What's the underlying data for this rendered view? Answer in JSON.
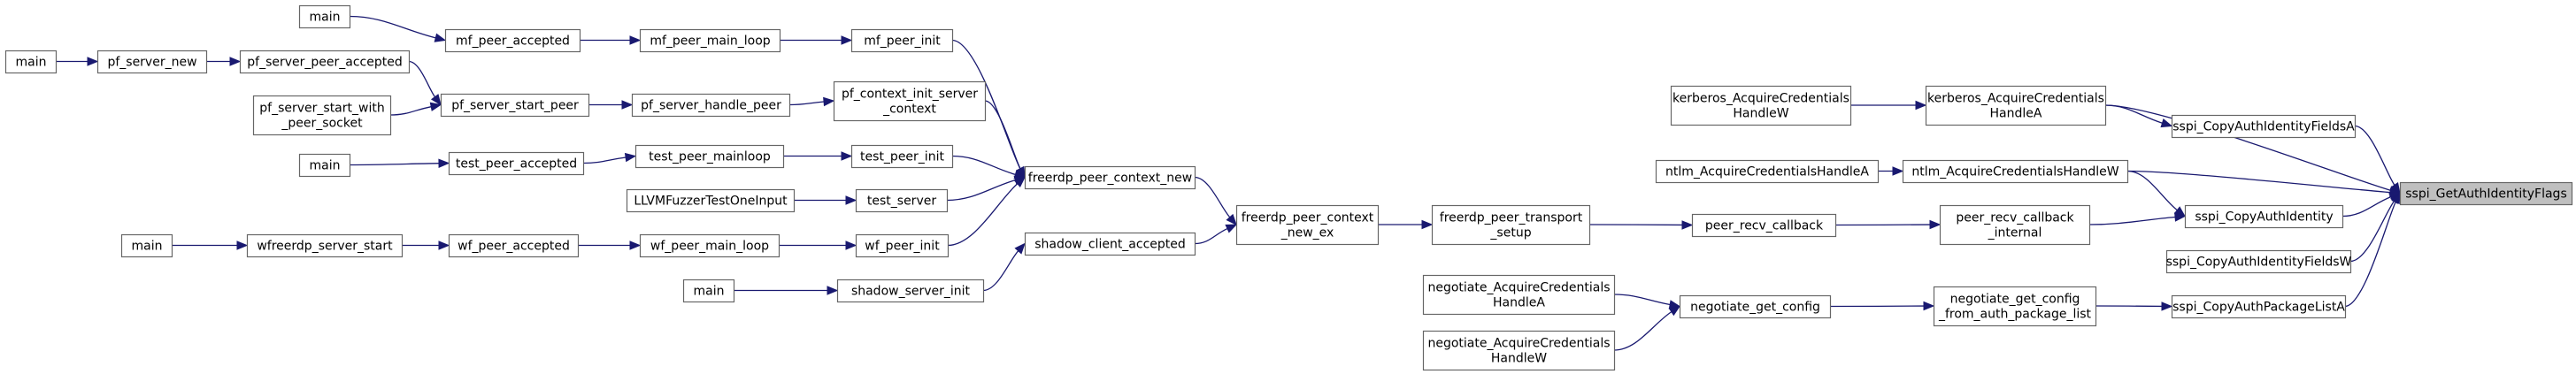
{
  "graph": {
    "target": "sspi_GetAuthIdentityFlags",
    "edge_color": "#191970",
    "root_fill": "#bfbfbf",
    "nodes": [
      {
        "id": "root",
        "lines": [
          "sspi_GetAuthIdentityFlags"
        ]
      },
      {
        "id": "kerb_a",
        "lines": [
          "kerberos_AcquireCredentials",
          "HandleA"
        ]
      },
      {
        "id": "kerb_w",
        "lines": [
          "kerberos_AcquireCredentials",
          "HandleW"
        ]
      },
      {
        "id": "copy_fields_a",
        "lines": [
          "sspi_CopyAuthIdentityFieldsA"
        ]
      },
      {
        "id": "ntlm_w",
        "lines": [
          "ntlm_AcquireCredentialsHandleW"
        ]
      },
      {
        "id": "ntlm_a",
        "lines": [
          "ntlm_AcquireCredentialsHandleA"
        ]
      },
      {
        "id": "copy_identity",
        "lines": [
          "sspi_CopyAuthIdentity"
        ]
      },
      {
        "id": "peer_recv_internal",
        "lines": [
          "peer_recv_callback",
          "_internal"
        ]
      },
      {
        "id": "peer_recv",
        "lines": [
          "peer_recv_callback"
        ]
      },
      {
        "id": "transport_setup",
        "lines": [
          "freerdp_peer_transport",
          "_setup"
        ]
      },
      {
        "id": "ctx_new_ex",
        "lines": [
          "freerdp_peer_context",
          "_new_ex"
        ]
      },
      {
        "id": "ctx_new",
        "lines": [
          "freerdp_peer_context_new"
        ]
      },
      {
        "id": "copy_fields_w",
        "lines": [
          "sspi_CopyAuthIdentityFieldsW"
        ]
      },
      {
        "id": "copy_pkg",
        "lines": [
          "sspi_CopyAuthPackageListA"
        ]
      },
      {
        "id": "neg_cfg_list",
        "lines": [
          "negotiate_get_config",
          "_from_auth_package_list"
        ]
      },
      {
        "id": "neg_cfg",
        "lines": [
          "negotiate_get_config"
        ]
      },
      {
        "id": "neg_a",
        "lines": [
          "negotiate_AcquireCredentials",
          "HandleA"
        ]
      },
      {
        "id": "neg_w",
        "lines": [
          "negotiate_AcquireCredentials",
          "HandleW"
        ]
      },
      {
        "id": "mf_init",
        "lines": [
          "mf_peer_init"
        ]
      },
      {
        "id": "mf_loop",
        "lines": [
          "mf_peer_main_loop"
        ]
      },
      {
        "id": "mf_accepted",
        "lines": [
          "mf_peer_accepted"
        ]
      },
      {
        "id": "main_1",
        "lines": [
          "main"
        ]
      },
      {
        "id": "pf_ctx_init",
        "lines": [
          "pf_context_init_server",
          "_context"
        ]
      },
      {
        "id": "pf_handle",
        "lines": [
          "pf_server_handle_peer"
        ]
      },
      {
        "id": "pf_start_peer",
        "lines": [
          "pf_server_start_peer"
        ]
      },
      {
        "id": "pf_accepted",
        "lines": [
          "pf_server_peer_accepted"
        ]
      },
      {
        "id": "pf_new",
        "lines": [
          "pf_server_new"
        ]
      },
      {
        "id": "main_2",
        "lines": [
          "main"
        ]
      },
      {
        "id": "pf_start_with",
        "lines": [
          "pf_server_start_with",
          "_peer_socket"
        ]
      },
      {
        "id": "test_init",
        "lines": [
          "test_peer_init"
        ]
      },
      {
        "id": "test_loop",
        "lines": [
          "test_peer_mainloop"
        ]
      },
      {
        "id": "test_accepted",
        "lines": [
          "test_peer_accepted"
        ]
      },
      {
        "id": "main_3",
        "lines": [
          "main"
        ]
      },
      {
        "id": "test_server",
        "lines": [
          "test_server"
        ]
      },
      {
        "id": "llvm",
        "lines": [
          "LLVMFuzzerTestOneInput"
        ]
      },
      {
        "id": "wf_init",
        "lines": [
          "wf_peer_init"
        ]
      },
      {
        "id": "wf_loop",
        "lines": [
          "wf_peer_main_loop"
        ]
      },
      {
        "id": "wf_accepted",
        "lines": [
          "wf_peer_accepted"
        ]
      },
      {
        "id": "wf_start",
        "lines": [
          "wfreerdp_server_start"
        ]
      },
      {
        "id": "main_4",
        "lines": [
          "main"
        ]
      },
      {
        "id": "shadow_accepted",
        "lines": [
          "shadow_client_accepted"
        ]
      },
      {
        "id": "shadow_init",
        "lines": [
          "shadow_server_init"
        ]
      },
      {
        "id": "main_5",
        "lines": [
          "main"
        ]
      }
    ],
    "edges": [
      {
        "from": "kerb_a",
        "to": "root"
      },
      {
        "from": "kerb_w",
        "to": "kerb_a"
      },
      {
        "from": "copy_fields_a",
        "to": "root"
      },
      {
        "from": "kerb_a",
        "to": "copy_fields_a"
      },
      {
        "from": "ntlm_w",
        "to": "root"
      },
      {
        "from": "ntlm_a",
        "to": "ntlm_w"
      },
      {
        "from": "copy_identity",
        "to": "root"
      },
      {
        "from": "ntlm_w",
        "to": "copy_identity"
      },
      {
        "from": "peer_recv_internal",
        "to": "copy_identity"
      },
      {
        "from": "peer_recv",
        "to": "peer_recv_internal"
      },
      {
        "from": "transport_setup",
        "to": "peer_recv"
      },
      {
        "from": "ctx_new_ex",
        "to": "transport_setup"
      },
      {
        "from": "ctx_new",
        "to": "ctx_new_ex"
      },
      {
        "from": "shadow_accepted",
        "to": "ctx_new_ex"
      },
      {
        "from": "copy_fields_w",
        "to": "root"
      },
      {
        "from": "copy_pkg",
        "to": "root"
      },
      {
        "from": "neg_cfg_list",
        "to": "copy_pkg"
      },
      {
        "from": "neg_cfg",
        "to": "neg_cfg_list"
      },
      {
        "from": "neg_a",
        "to": "neg_cfg"
      },
      {
        "from": "neg_w",
        "to": "neg_cfg"
      },
      {
        "from": "mf_init",
        "to": "ctx_new"
      },
      {
        "from": "mf_loop",
        "to": "mf_init"
      },
      {
        "from": "mf_accepted",
        "to": "mf_loop"
      },
      {
        "from": "main_1",
        "to": "mf_accepted"
      },
      {
        "from": "pf_ctx_init",
        "to": "ctx_new"
      },
      {
        "from": "pf_handle",
        "to": "pf_ctx_init"
      },
      {
        "from": "pf_start_peer",
        "to": "pf_handle"
      },
      {
        "from": "pf_accepted",
        "to": "pf_start_peer"
      },
      {
        "from": "pf_new",
        "to": "pf_accepted"
      },
      {
        "from": "main_2",
        "to": "pf_new"
      },
      {
        "from": "pf_start_with",
        "to": "pf_start_peer"
      },
      {
        "from": "test_init",
        "to": "ctx_new"
      },
      {
        "from": "test_loop",
        "to": "test_init"
      },
      {
        "from": "test_accepted",
        "to": "test_loop"
      },
      {
        "from": "main_3",
        "to": "test_accepted"
      },
      {
        "from": "test_server",
        "to": "ctx_new"
      },
      {
        "from": "llvm",
        "to": "test_server"
      },
      {
        "from": "wf_init",
        "to": "ctx_new"
      },
      {
        "from": "wf_loop",
        "to": "wf_init"
      },
      {
        "from": "wf_accepted",
        "to": "wf_loop"
      },
      {
        "from": "wf_start",
        "to": "wf_accepted"
      },
      {
        "from": "main_4",
        "to": "wf_start"
      },
      {
        "from": "shadow_init",
        "to": "shadow_accepted"
      },
      {
        "from": "main_5",
        "to": "shadow_init"
      }
    ]
  }
}
